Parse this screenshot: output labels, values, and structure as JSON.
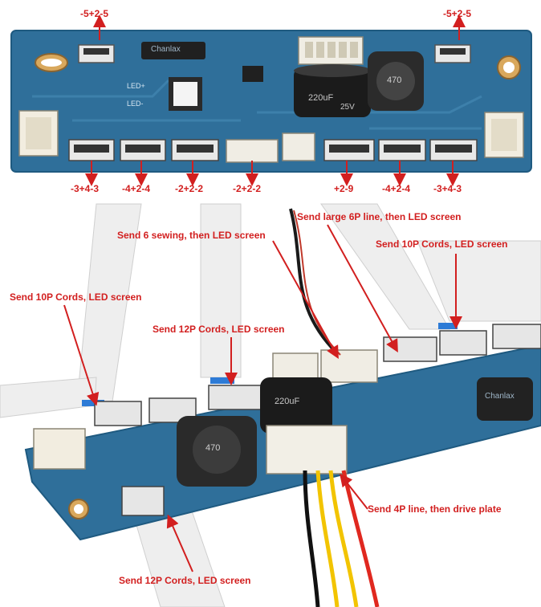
{
  "top_board": {
    "labels": {
      "top_left": "-5+2-5",
      "top_right": "-5+2-5",
      "bottom_1": "-3+4-3",
      "bottom_2": "-4+2-4",
      "bottom_3": "-2+2-2",
      "bottom_4": "-2+2-2",
      "bottom_5": "+2-9",
      "bottom_6": "-4+2-4",
      "bottom_7": "-3+4-3"
    },
    "silk": {
      "chip_brand": "Chanlax",
      "cap_value": "220uF",
      "cap_voltage": "25V",
      "inductor": "470",
      "led_plus": "LED+",
      "led_minus": "LED-"
    }
  },
  "bottom_photo": {
    "annotations": {
      "large_6p": "Send large 6P line, then LED screen",
      "six_sewing": "Send 6 sewing, then LED screen",
      "tenp_right": "Send 10P Cords, LED screen",
      "tenp_left": "Send 10P Cords, LED screen",
      "twelvep_mid": "Send 12P Cords, LED screen",
      "fourp": "Send 4P line, then drive plate",
      "twelvep_bottom": "Send 12P Cords, LED screen"
    },
    "silk": {
      "inductor": "470",
      "cap_value": "220uF",
      "chip_brand": "Chanlax"
    }
  },
  "colors": {
    "annotation_red": "#d21f1f",
    "pcb_blue": "#2f6f9a",
    "pcb_dark": "#1f5a80"
  }
}
